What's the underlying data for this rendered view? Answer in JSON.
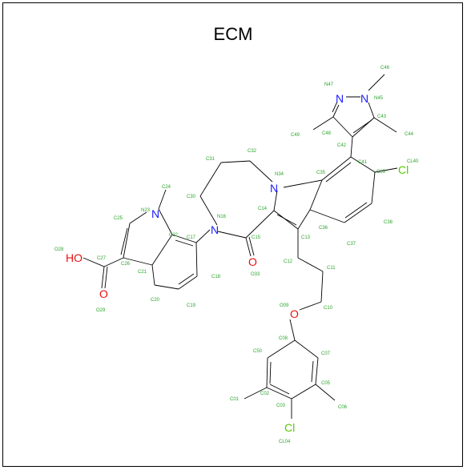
{
  "title": "ECM",
  "colors": {
    "bond": "#000000",
    "nitrogen": "#1a1aff",
    "oxygen": "#e81010",
    "chlorine": "#55cc00",
    "label": "#2aa52a"
  },
  "heteroatoms": {
    "n23": "N",
    "n16": "N",
    "n34": "N",
    "n45": "N",
    "n47": "N",
    "cl_top": "Cl",
    "cl_bottom": "Cl",
    "o_ho": "HO",
    "o_acid_dbl": "O",
    "o_amide": "O",
    "o_ether": "O"
  },
  "atom_labels": {
    "n23": "N23",
    "c24": "C24",
    "c25": "C25",
    "c22": "C22",
    "c17": "C17",
    "c26": "C26",
    "c27": "C27",
    "o28": "O28",
    "o29": "O29",
    "c21": "C21",
    "c20": "C20",
    "c19": "C19",
    "c18": "C18",
    "n16": "N16",
    "c30": "C30",
    "c31": "C31",
    "c32": "C32",
    "n34": "N34",
    "c14": "C14",
    "c15": "C15",
    "o33": "O33",
    "c13": "C13",
    "c12": "C12",
    "c11": "C11",
    "c10": "C10",
    "o09": "O09",
    "c08": "C08",
    "c50": "C50",
    "c07": "C07",
    "c05": "C05",
    "c06": "C06",
    "c03": "C03",
    "c02": "C02",
    "c01": "C01",
    "cl04": "CL04",
    "c35": "C35",
    "c36": "C36",
    "c37": "C37",
    "c38": "C38",
    "c39": "C39",
    "cl40": "CL40",
    "c41": "C41",
    "c42": "C42",
    "c43": "C43",
    "c44": "C44",
    "n45": "N45",
    "c46": "C46",
    "n47": "N47",
    "c48": "C48",
    "c49": "C49"
  }
}
